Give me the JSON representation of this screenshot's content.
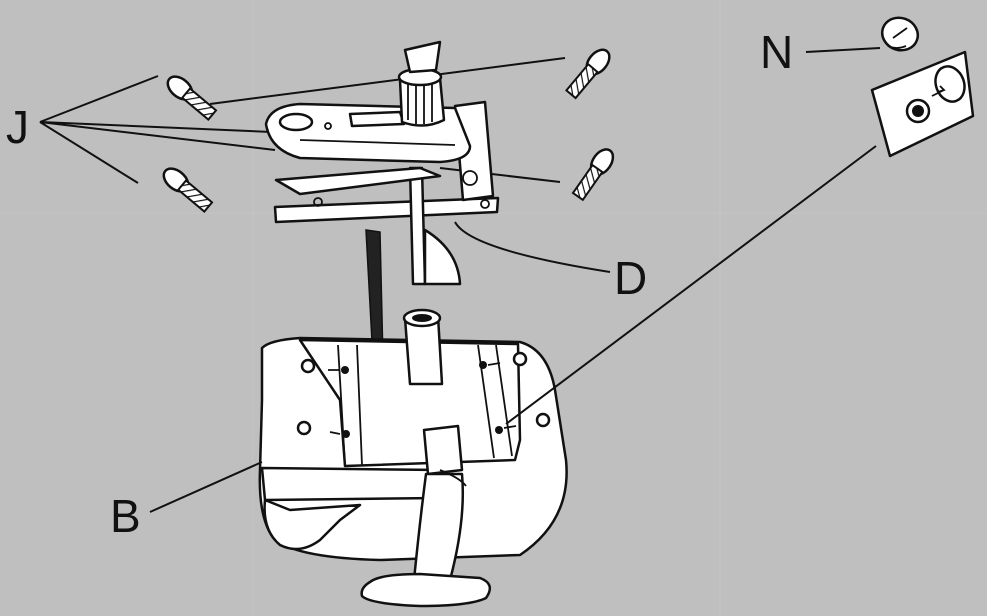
{
  "labels": {
    "j": "J",
    "n": "N",
    "d": "D",
    "b": "B"
  },
  "colors": {
    "background": "#bfbfbf",
    "ink": "#111111",
    "part_fill": "#ffffff"
  }
}
